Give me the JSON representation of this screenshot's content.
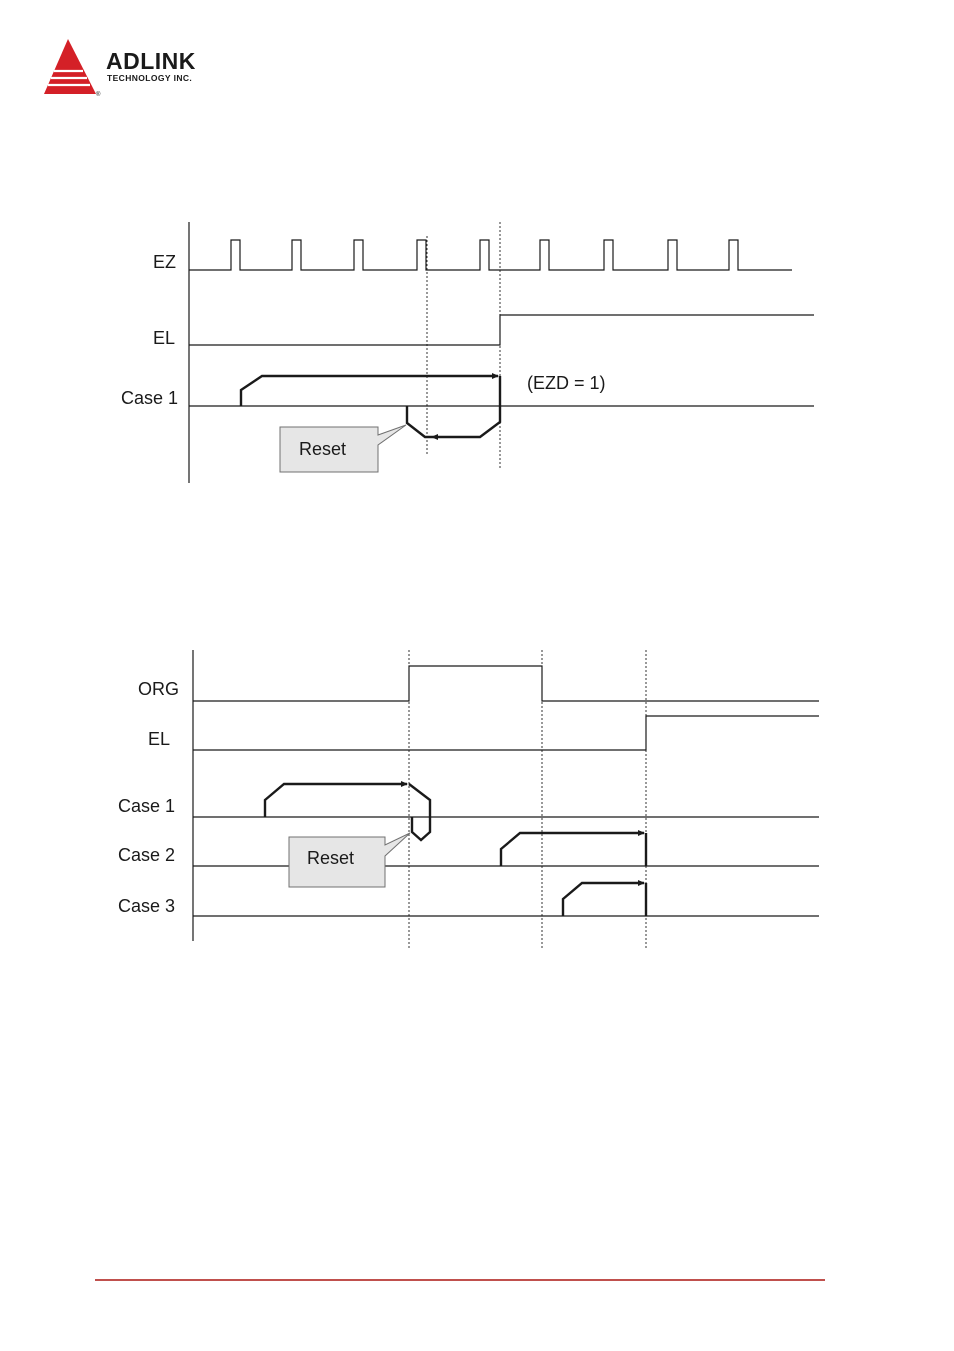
{
  "header": {
    "logo_name": "ADLINK",
    "logo_sub": "TECHNOLOGY INC.",
    "logo_mark": "®"
  },
  "diagram1": {
    "labels": {
      "ez": "EZ",
      "el": "EL",
      "case1": "Case 1"
    },
    "reset_label": "Reset",
    "annotation": "(EZD = 1)"
  },
  "diagram2": {
    "labels": {
      "org": "ORG",
      "el": "EL",
      "case1": "Case 1",
      "case2": "Case 2",
      "case3": "Case 3"
    },
    "reset_label": "Reset"
  },
  "colors": {
    "brand_red": "#d42027",
    "rule": "#c0504d",
    "line": "#1a1a1a",
    "callout_fill": "#e6e6e6"
  }
}
